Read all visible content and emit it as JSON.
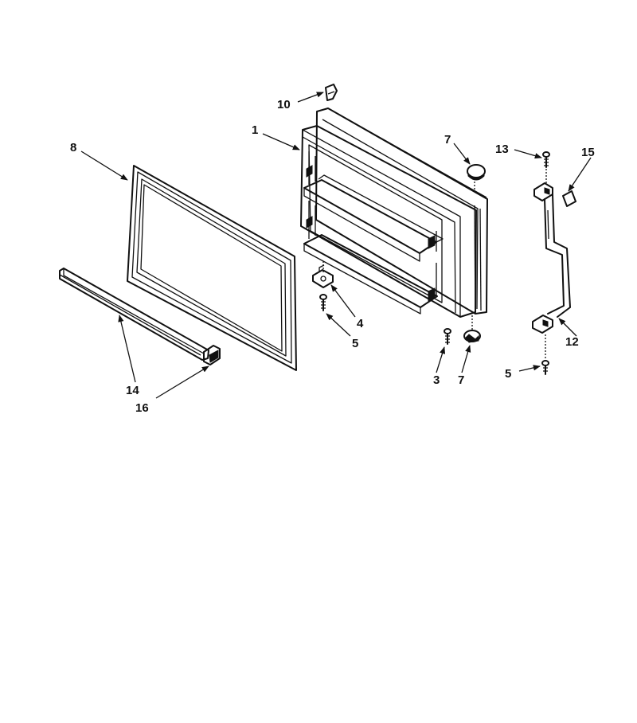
{
  "diagram": {
    "colors": {
      "ink": "#111111",
      "background": "#ffffff"
    },
    "callouts": {
      "p1": "1",
      "p3": "3",
      "p4": "4",
      "p5a": "5",
      "p5b": "5",
      "p7a": "7",
      "p7b": "7",
      "p8": "8",
      "p10": "10",
      "p12": "12",
      "p13": "13",
      "p14": "14",
      "p15": "15",
      "p16": "16"
    }
  }
}
